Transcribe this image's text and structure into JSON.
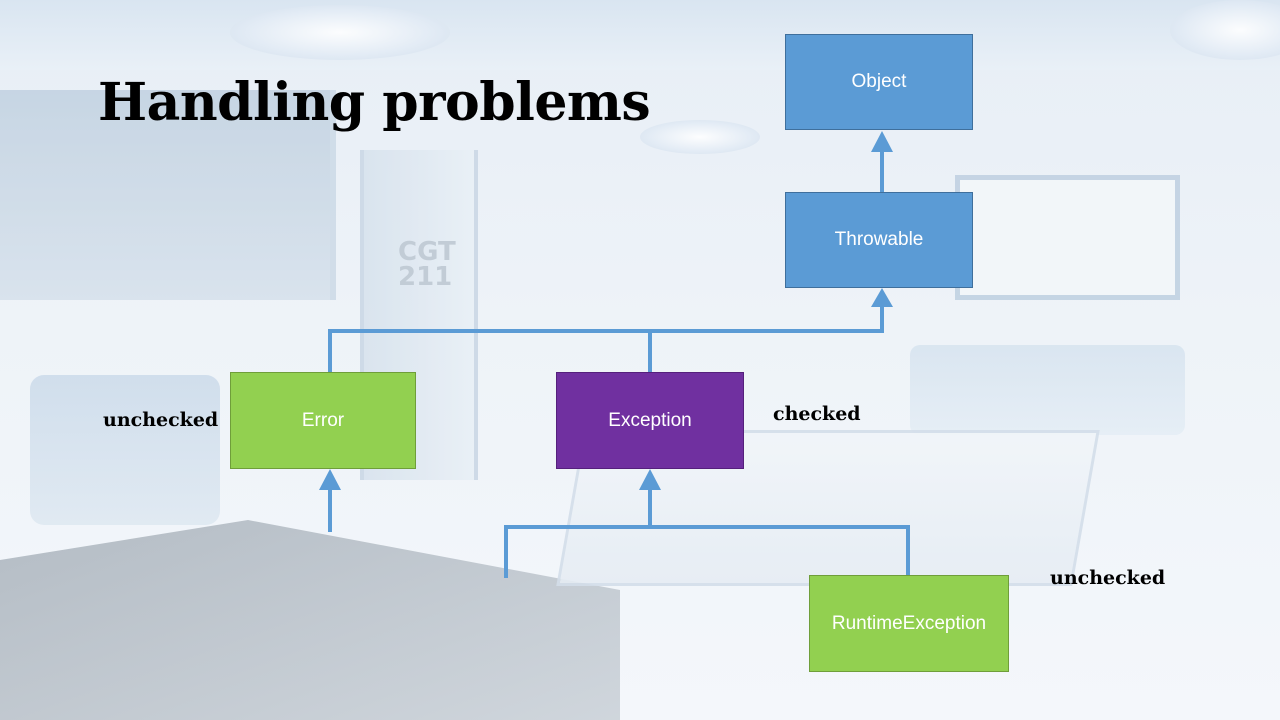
{
  "slide": {
    "title": "Handling problems"
  },
  "diagram": {
    "nodes": {
      "object": "Object",
      "throwable": "Throwable",
      "error": "Error",
      "exception": "Exception",
      "runtime_exception": "RuntimeException"
    },
    "labels": {
      "error_note": "unchecked",
      "exception_note": "checked",
      "runtime_note": "unchecked"
    },
    "colors": {
      "node_blue": "#5b9bd5",
      "node_green": "#92d050",
      "node_purple": "#7030a0",
      "connector": "#5b9bd5"
    }
  }
}
